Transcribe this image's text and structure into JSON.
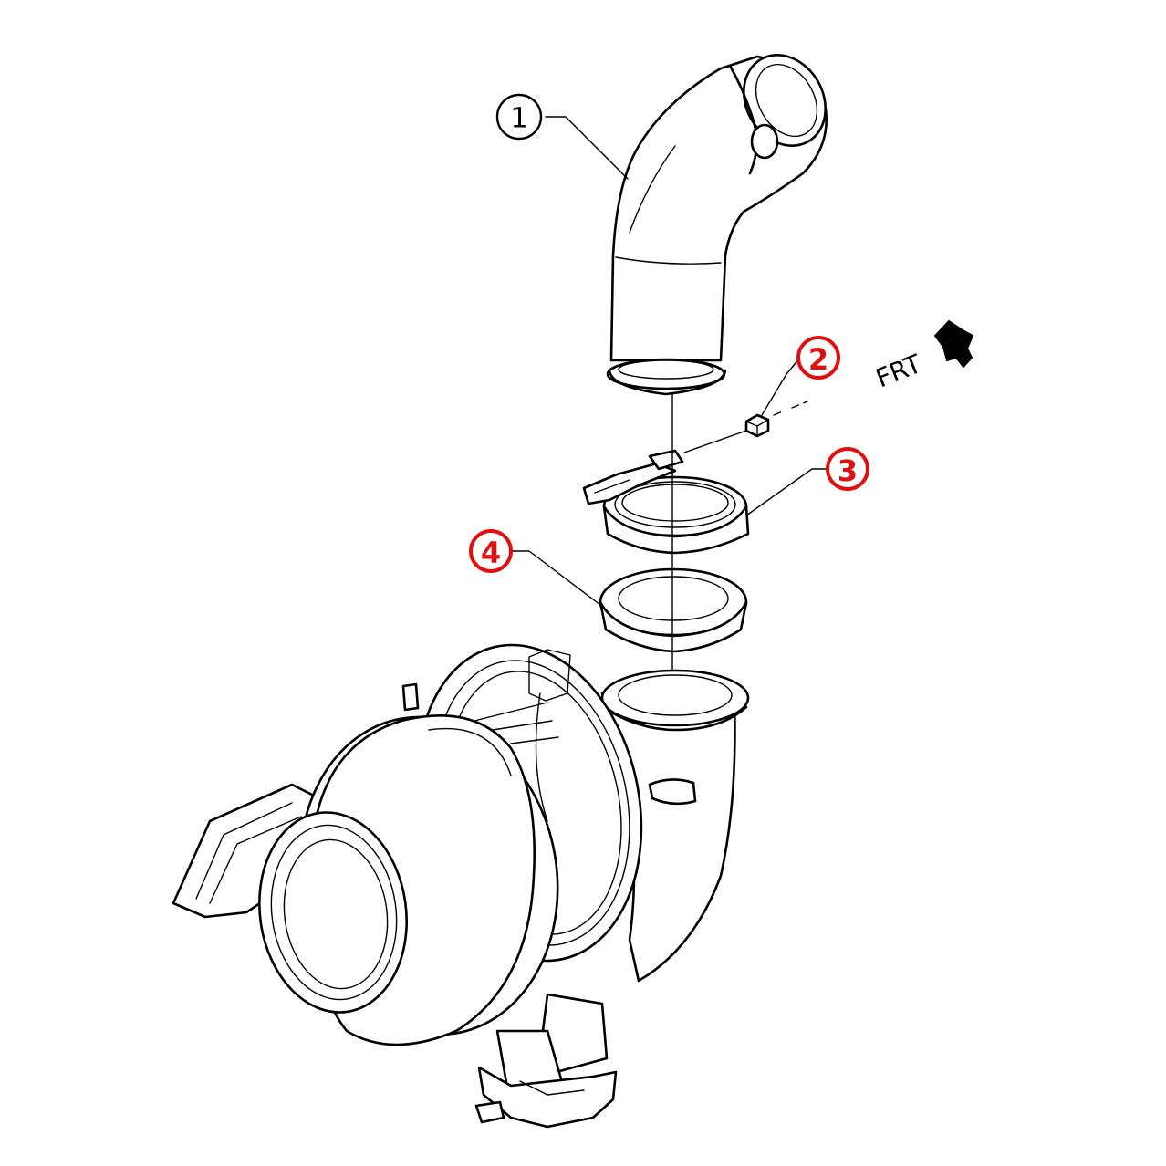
{
  "callouts": [
    {
      "label": "1",
      "highlighted": false
    },
    {
      "label": "2",
      "highlighted": true
    },
    {
      "label": "3",
      "highlighted": true
    },
    {
      "label": "4",
      "highlighted": true
    }
  ],
  "direction_label": "FRT",
  "colors": {
    "line": "#000000",
    "highlight": "#e01010",
    "background": "#ffffff"
  }
}
